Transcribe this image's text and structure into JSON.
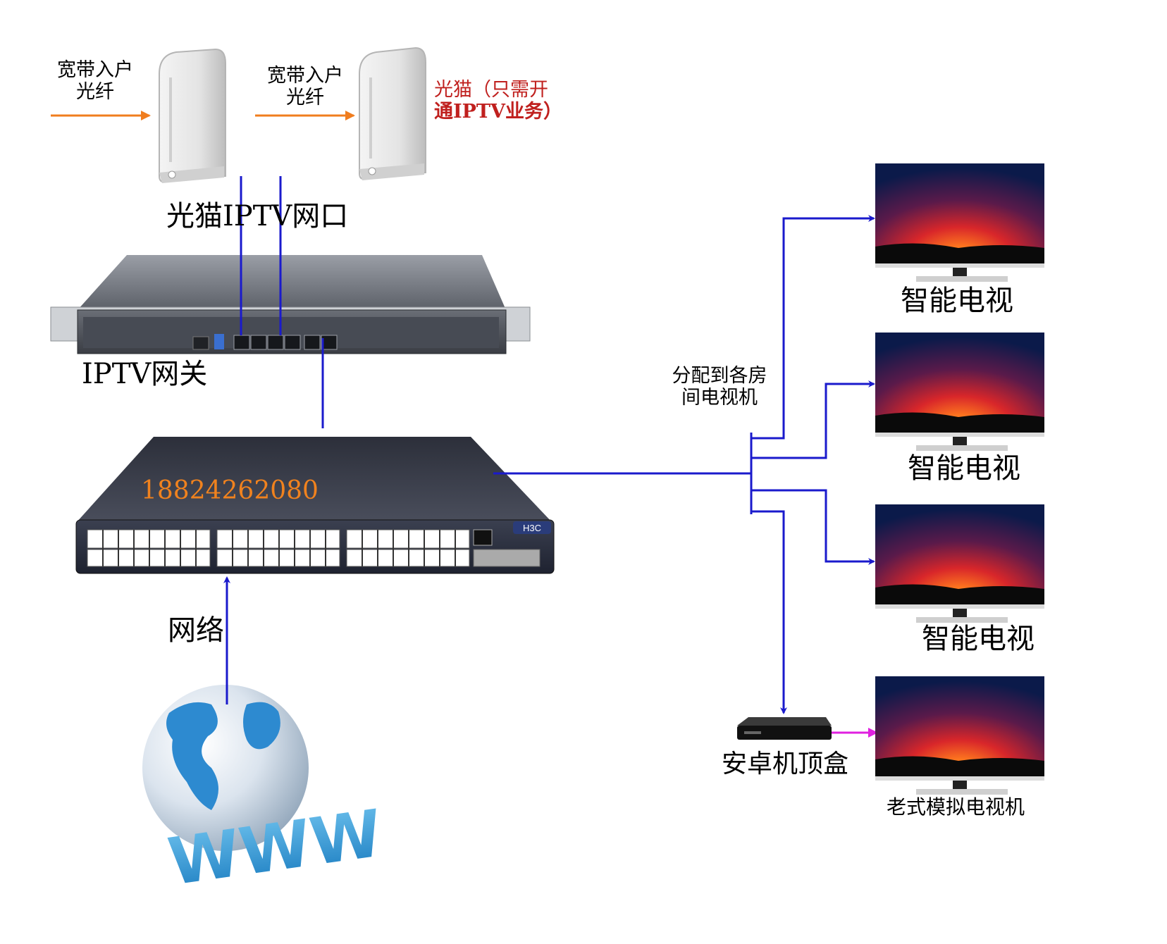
{
  "labels": {
    "fiber_in_1": [
      "宽带入户",
      "光纤"
    ],
    "fiber_in_2": [
      "宽带入户",
      "光纤"
    ],
    "modem_note": [
      "光猫（只需开",
      "通IPTV业务）"
    ],
    "modem_port": "光猫IPTV网口",
    "gateway": "IPTV网关",
    "phone": "18824262080",
    "network": "网络",
    "distribute": [
      "分配到各房",
      "间电视机"
    ],
    "smart_tv_1": "智能电视",
    "smart_tv_2": "智能电视",
    "smart_tv_3": "智能电视",
    "stb": "安卓机顶盒",
    "old_tv": "老式模拟电视机",
    "switch_brand": "H3C",
    "globe_text": "WWW"
  },
  "colors": {
    "link_line": "#1a1acc",
    "arrow_orange": "#f07d1e",
    "arrow_magenta": "#e020e0",
    "note_red": "#c0201e",
    "phone_orange": "#f0821e"
  },
  "icons": {
    "modem": "optical-modem-icon",
    "gateway": "rack-gateway-icon",
    "switch": "network-switch-icon",
    "tv": "tv-icon",
    "stb": "set-top-box-icon",
    "globe": "globe-icon"
  }
}
